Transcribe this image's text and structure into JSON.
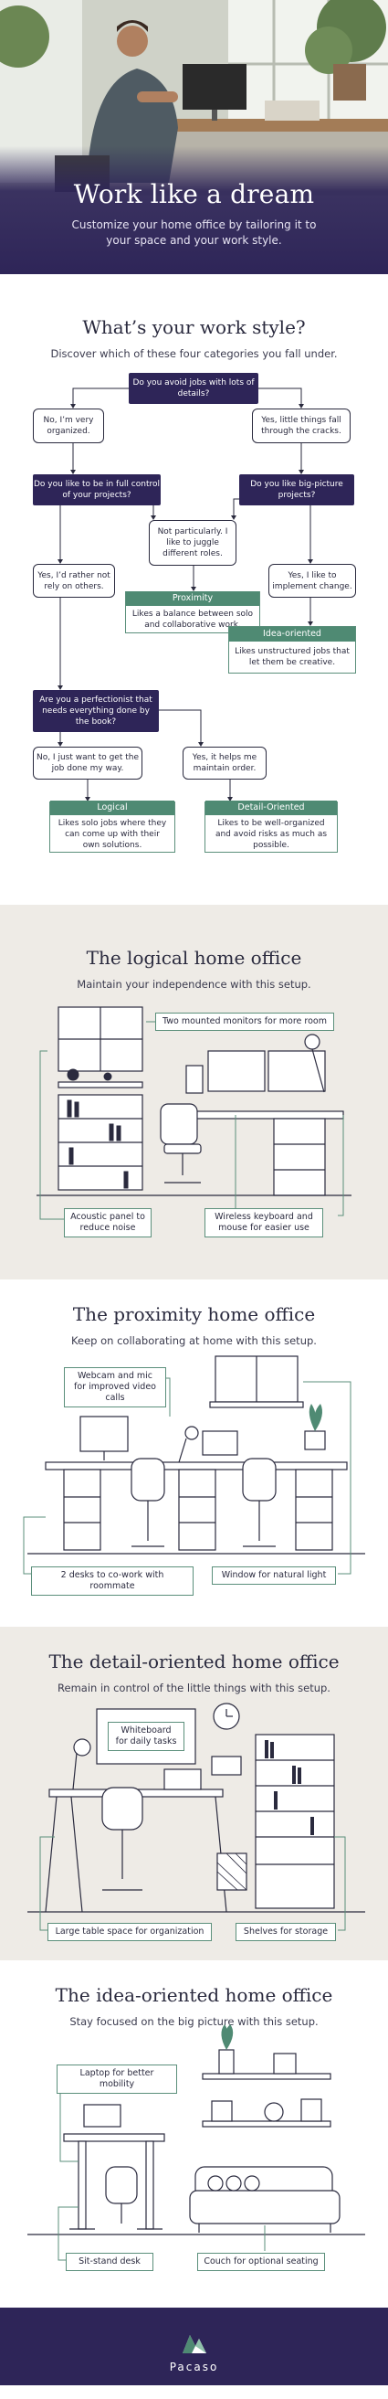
{
  "hero": {
    "title": "Work like a dream",
    "subtitle": "Customize your home office by tailoring it to your space and your work style."
  },
  "quiz": {
    "title": "What’s your work style?",
    "subtitle": "Discover which of these four categories you fall under.",
    "q1": "Do you avoid jobs with lots of details?",
    "a_no_organized": "No, I’m very organized.",
    "a_yes_fall": "Yes, little things fall through the cracks.",
    "q_control": "Do you like to be in full control of your projects?",
    "q_bigpic": "Do you like big-picture projects?",
    "a_not_particularly": "Not particularly. I like to juggle different roles.",
    "a_rather_not": "Yes, I’d rather not rely on others.",
    "a_implement": "Yes, I like to implement change.",
    "proximity_title": "Proximity",
    "proximity_desc": "Likes a balance between solo and collaborative work.",
    "idea_title": "Idea-oriented",
    "idea_desc": "Likes unstructured jobs that let them be creative.",
    "q_perfectionist": "Are you a perfectionist that needs everything done by the book?",
    "a_no_justwant": "No, I just want to get the job done my way.",
    "a_yes_maintain": "Yes, it helps me maintain order.",
    "logical_title": "Logical",
    "logical_desc": "Likes solo jobs where they can come up with their own solutions.",
    "detail_title": "Detail-Oriented",
    "detail_desc": "Likes to be well-organized and avoid risks as much as possible."
  },
  "logical": {
    "title": "The logical home office",
    "subtitle": "Maintain your independence with this setup.",
    "callout_monitors": "Two mounted monitors for more room",
    "callout_acoustic": "Acoustic panel to reduce noise",
    "callout_wireless": "Wireless keyboard and mouse for easier use"
  },
  "proximity": {
    "title": "The proximity home office",
    "subtitle": "Keep on collaborating at home with this setup.",
    "callout_webcam": "Webcam and mic for improved video calls",
    "callout_desks": "2 desks to co-work with roommate",
    "callout_window": "Window for natural light"
  },
  "detail": {
    "title": "The detail-oriented home office",
    "subtitle": "Remain in control of the little things with this setup.",
    "callout_whiteboard": "Whiteboard for daily tasks",
    "callout_table": "Large table space for organization",
    "callout_shelves": "Shelves for storage"
  },
  "idea": {
    "title": "The idea-oriented home office",
    "subtitle": "Stay focused on the big picture with this setup.",
    "callout_laptop": "Laptop for better mobility",
    "callout_sitstand": "Sit-stand desk",
    "callout_couch": "Couch for optional seating"
  },
  "footer": {
    "brand": "Pacaso",
    "logo_icon": "pacaso-logo-icon"
  },
  "colors": {
    "navy": "#2e2558",
    "green": "#4f8a73",
    "beige": "#eeebe6",
    "line": "#2a2a3e"
  }
}
